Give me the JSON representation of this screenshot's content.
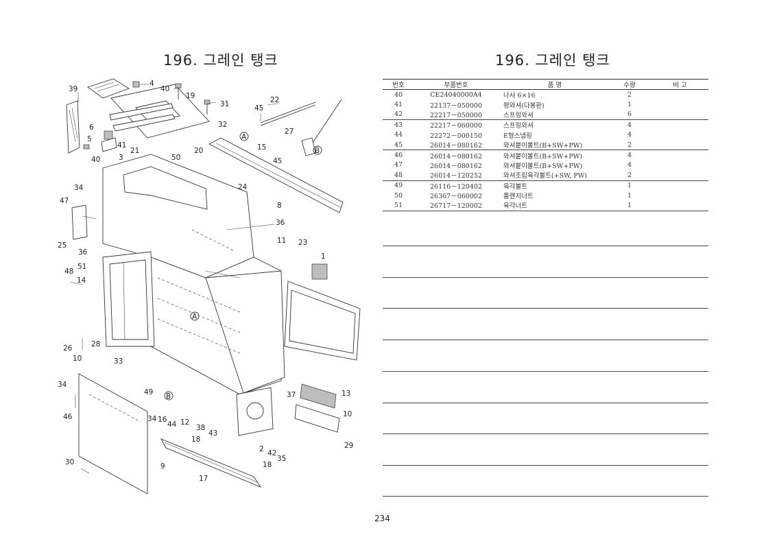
{
  "page": {
    "left_title": "196. 그레인 탱크",
    "right_title": "196. 그레인 탱크",
    "page_number": "234"
  },
  "table": {
    "headers": [
      "번호",
      "부품번호",
      "품        명",
      "수량",
      "비    고"
    ],
    "rows": [
      {
        "no": "40",
        "part": "CE24040000A4",
        "name": "나사  6×16",
        "qty": "2",
        "remark": ""
      },
      {
        "no": "41",
        "part": "22137－050000",
        "name": "평와셔(다봉환)",
        "qty": "1",
        "remark": ""
      },
      {
        "no": "42",
        "part": "22217－050000",
        "name": "스프링와셔",
        "qty": "6",
        "remark": ""
      },
      {
        "no": "43",
        "part": "22217－060000",
        "name": "스프링와셔",
        "qty": "4",
        "remark": ""
      },
      {
        "no": "44",
        "part": "22272－000150",
        "name": "E형스냅링",
        "qty": "4",
        "remark": ""
      },
      {
        "no": "45",
        "part": "26014－080162",
        "name": "와셔붙이볼트(B+SW+PW)",
        "qty": "2",
        "remark": ""
      },
      {
        "no": "46",
        "part": "26014－080162",
        "name": "와셔붙이볼트(B+SW+PW)",
        "qty": "4",
        "remark": ""
      },
      {
        "no": "47",
        "part": "26014－080162",
        "name": "와셔붙이볼트(B+SW+PW)",
        "qty": "4",
        "remark": ""
      },
      {
        "no": "48",
        "part": "26014－120252",
        "name": "와셔조립육각볼트(+SW, PW)",
        "qty": "2",
        "remark": ""
      },
      {
        "no": "49",
        "part": "26116－120402",
        "name": "육각볼트",
        "qty": "1",
        "remark": ""
      },
      {
        "no": "50",
        "part": "26367－060002",
        "name": "플랜지너트",
        "qty": "1",
        "remark": ""
      },
      {
        "no": "51",
        "part": "26717－120002",
        "name": "육각너트",
        "qty": "1",
        "remark": ""
      }
    ]
  },
  "diagram": {
    "callouts": [
      "39",
      "4",
      "40",
      "19",
      "31",
      "45",
      "22",
      "6",
      "5",
      "41",
      "21",
      "40",
      "3",
      "50",
      "20",
      "32",
      "A",
      "27",
      "15",
      "B",
      "45",
      "34",
      "24",
      "47",
      "8",
      "36",
      "25",
      "11",
      "23",
      "1",
      "36",
      "51",
      "48",
      "14",
      "A",
      "26",
      "28",
      "10",
      "33",
      "34",
      "49",
      "B",
      "16",
      "44",
      "46",
      "12",
      "34",
      "38",
      "43",
      "37",
      "13",
      "10",
      "18",
      "2",
      "42",
      "35",
      "29",
      "30",
      "9",
      "17",
      "18"
    ]
  }
}
